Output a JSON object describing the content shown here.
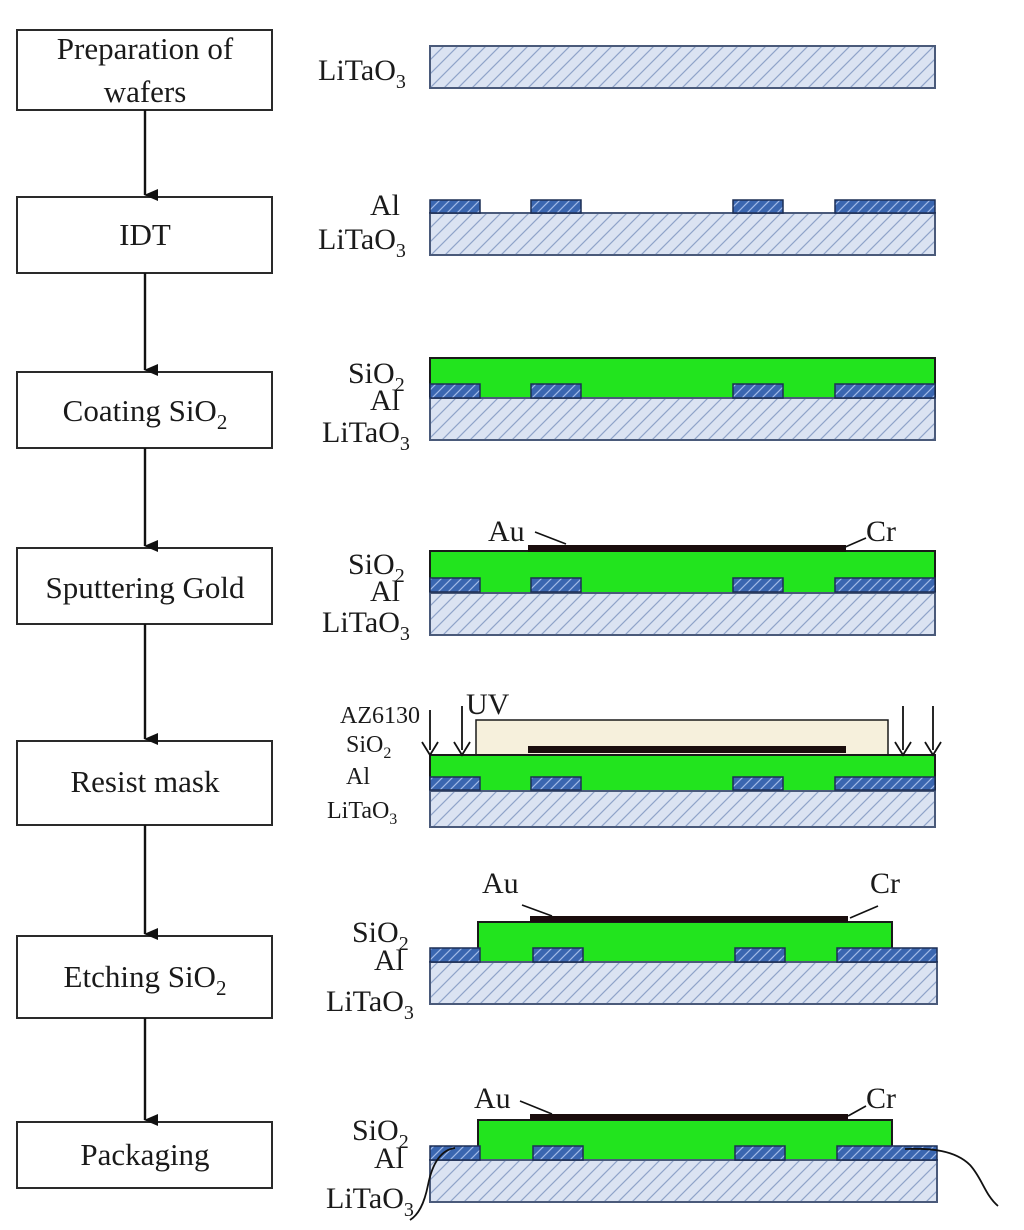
{
  "colors": {
    "substrate_fill": "#dbe3f2",
    "substrate_hatch": "#8fa3c9",
    "electrode_fill": "#3a66b0",
    "sio2_fill": "#22e41e",
    "resist_fill": "#f6f0dc",
    "metal_fill": "#1a0d0d",
    "box_stroke": "#2a2a2a"
  },
  "steps": [
    {
      "line1": "Preparation of",
      "line2": "wafers",
      "layers": {
        "litao3": "LiTaO",
        "litao3_sub": "3"
      }
    },
    {
      "label": "IDT",
      "layers": {
        "al": "Al",
        "litao3": "LiTaO",
        "litao3_sub": "3"
      }
    },
    {
      "label": "Coating SiO",
      "label_sub": "2",
      "layers": {
        "sio2": "SiO",
        "sio2_sub": "2",
        "al": "Al",
        "litao3": "LiTaO",
        "litao3_sub": "3"
      }
    },
    {
      "label": "Sputtering Gold",
      "layers": {
        "au": "Au",
        "cr": "Cr",
        "sio2": "SiO",
        "sio2_sub": "2",
        "al": "Al",
        "litao3": "LiTaO",
        "litao3_sub": "3"
      }
    },
    {
      "label": "Resist mask",
      "layers": {
        "resist": "AZ6130",
        "uv": "UV",
        "sio2": "SiO",
        "sio2_sub": "2",
        "al": "Al",
        "litao3": "LiTaO",
        "litao3_sub": "3"
      }
    },
    {
      "label": "Etching SiO",
      "label_sub": "2",
      "layers": {
        "au": "Au",
        "cr": "Cr",
        "sio2": "SiO",
        "sio2_sub": "2",
        "al": "Al",
        "litao3": "LiTaO",
        "litao3_sub": "3"
      }
    },
    {
      "label": "Packaging",
      "layers": {
        "au": "Au",
        "cr": "Cr",
        "sio2": "SiO",
        "sio2_sub": "2",
        "al": "Al",
        "litao3": "LiTaO",
        "litao3_sub": "3"
      }
    }
  ]
}
